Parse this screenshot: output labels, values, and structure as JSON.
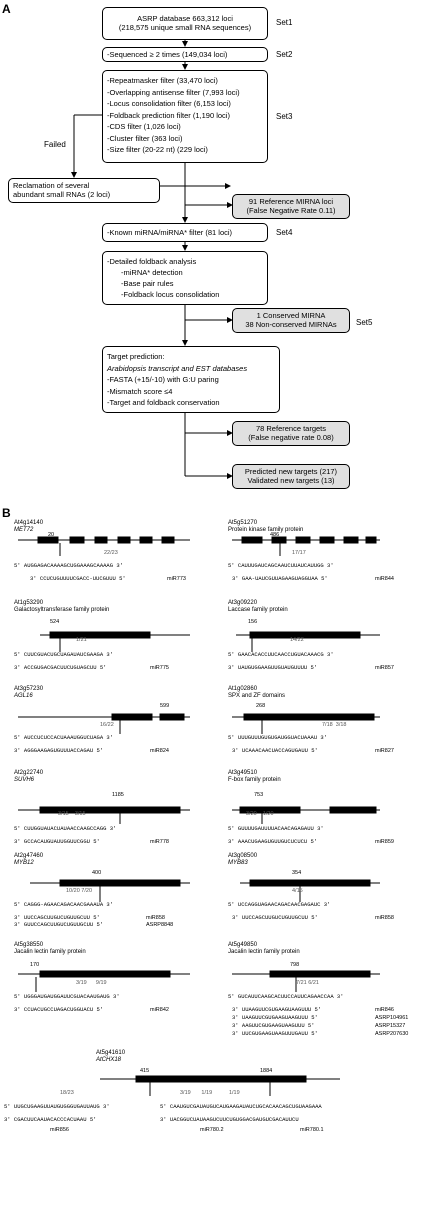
{
  "panel_a": {
    "label": "A",
    "box1": {
      "line1": "ASRP database 663,312 loci",
      "line2": "(218,575 unique small RNA sequences)",
      "set": "Set1"
    },
    "box2": {
      "text": "-Sequenced ≥ 2 times (149,034 loci)",
      "set": "Set2"
    },
    "box3": {
      "lines": [
        "-Repeatmasker filter (33,470 loci)",
        "-Overlapping antisense filter (7,993 loci)",
        "-Locus consolidation filter (6,153 loci)",
        "-Foldback prediction filter (1,190 loci)",
        "-CDS filter (1,026 loci)",
        "-Cluster filter (363 loci)",
        "-Size filter (20-22 nt) (229 loci)"
      ],
      "set": "Set3"
    },
    "failed": "Failed",
    "reclaim": {
      "line1": "Reclamation of several",
      "line2": "abundant small RNAs (2 loci)"
    },
    "ref_mirna": {
      "line1": "91 Reference MIRNA loci",
      "line2": "(False Negative Rate 0.11)"
    },
    "box4": {
      "text": "-Known miRNA/miRNA* filter (81 loci)",
      "set": "Set4"
    },
    "box5": {
      "lines": [
        "-Detailed foldback analysis",
        "-miRNA* detection",
        "-Base pair rules",
        "-Foldback locus consolidation"
      ]
    },
    "conserved": {
      "line1": "1 Conserved MIRNA",
      "line2": "38 Non-conserved MIRNAs",
      "set": "Set5"
    },
    "box6": {
      "lines": [
        "Target prediction:",
        "Arabidopsis transcript and EST databases",
        "-FASTA (+15/-10) with G:U paring",
        "-Mismatch score ≤4",
        "-Target and foldback conservation"
      ]
    },
    "ref_targets": {
      "line1": "78 Reference targets",
      "line2": "(False negative rate 0.08)"
    },
    "new_targets": {
      "line1": "Predicted new targets (217)",
      "line2": "Validated new targets (13)"
    }
  },
  "panel_b": {
    "label": "B",
    "genes": [
      {
        "id": "At4g14140",
        "name": "MET72",
        "pos": "20",
        "ratio": "22/23",
        "target": "AUGGAGACAAAAGCUGGAAAGCAAAAG",
        "mirna": "CCUCUGUUUUCGACC-UUCGUUU",
        "mir": "miR773"
      },
      {
        "id": "At5g51270",
        "name": "Protein kinase family protein",
        "pos": "486",
        "ratio": "17/17",
        "target": "CAUUUGAUCAGCAAUCUUAUCAUUGG",
        "mirna": "GAA-UAUCGUUAGAAGUAGGUAA",
        "mir": "miR844"
      },
      {
        "id": "At1g53290",
        "name": "Galactosyltransferase family protein",
        "pos": "524",
        "ratio": "1/21",
        "target": "CUUCGUACUGCUAGAUAUCGAAGA",
        "mirna": "ACCGUGACGACUUCUGUAGCUU",
        "mir": "miR775"
      },
      {
        "id": "At3g09220",
        "name": "Laccase family protein",
        "pos": "156",
        "ratio": "14/22",
        "target": "GAACACACCUUCAACCUGUACAAACG",
        "mirna": "UAUGUGGAAGUUGUAUGUUUU",
        "mir": "miR857"
      },
      {
        "id": "At3g57230",
        "name": "AGL16",
        "pos": "599",
        "ratio": "16/22",
        "target": "AUCCUCUCCACUAAAUGGUCUAGA",
        "mirna": "AGGGAAGAGUGUUUACCAGAU",
        "mir": "miR824"
      },
      {
        "id": "At1g02860",
        "name": "SPX and ZF domains",
        "pos": "268",
        "ratio": "7/18",
        "ratio2": "3/18",
        "target": "UUUGUUUGUGUGAUGGUACUAAAU",
        "mirna": "UCAAACAACUACCAGUGAUU",
        "mir": "miR827"
      },
      {
        "id": "At2g22740",
        "name": "SUVH6",
        "pos": "1185",
        "ratio": "3/15",
        "ratio2": "3/15",
        "target": "CUUGGUAUACUAUAACCAAGCCAGG",
        "mirna": "GCCACAUGUAUUGGUUCGGU",
        "mir": "miR778"
      },
      {
        "id": "At3g49510",
        "name": "F-box family protein",
        "pos": "753",
        "ratio": "3/20",
        "ratio2": "1/20",
        "target": "GUUUUGAUUUUACAACAGAGAUU",
        "mirna": "AAACUGAAGUGUUGUCUCUCU",
        "mir": "miR859"
      },
      {
        "id": "At2g47460",
        "name": "MYB12",
        "pos": "400",
        "ratio": "10/20",
        "ratio2": "7/20",
        "target": "CAGGG-AGAACAGACAACGAAAUA",
        "mirna": "UUCCAGCUUGUCUGUUGCUU",
        "mir": "miR858",
        "mir2": "ASRP8848",
        "mirna2": "GUUCCAGCUUGUCUGUUGCUU"
      },
      {
        "id": "At3g08500",
        "name": "MYB83",
        "pos": "354",
        "ratio": "4/15",
        "target": "UCCAGGUAGAACAGACAACGAGAUC",
        "mirna": "UUCCAGCUUGUCUGUUGCUU",
        "mir": "miR858"
      },
      {
        "id": "At5g38550",
        "name": "Jacalin lectin family protein",
        "pos": "170",
        "ratio": "3/19",
        "ratio2": "9/19",
        "target": "UGGGAUGAUGGAUUCGUACAAUGAUG",
        "mirna": "CCUACUGCCUAGACUGGUACU",
        "mir": "miR842"
      },
      {
        "id": "At5g49850",
        "name": "Jacalin lectin family protein",
        "pos": "798",
        "ratio": "7/21",
        "ratio2": "6/21",
        "target": "GUCAUUCAAGCACUUCCAUUCAGAACCAA",
        "mirna": "UUAAGUUCGUGAAGUAAGUUU",
        "mir": "miR846",
        "mirs": [
          "ASRP104961",
          "ASRP15327",
          "ASRP207630"
        ],
        "mirnas": [
          "UAAGUUCGUGAAGUAAGUUU",
          "AAGUUCGUGAAGUAAGUUU",
          "UUCGUGAAGUAAGUUUGAUU"
        ]
      },
      {
        "id": "At5g41610",
        "name": "AtCHX18",
        "pos": "415",
        "pos2": "1884",
        "ratio": "18/23",
        "ratio2": "3/19",
        "ratio3": "1/19",
        "ratio4": "1/19",
        "target": "UUGCUGAAGUUAUGUGGGUGAUUAUG",
        "mirna": "CGACUUCAAUACACCCACUAAU",
        "mir": "miR856",
        "target2": "CAAUGUCGAUAUGUCAUGAAGAUAUCUGCACAACAGCUGUAAGAAA",
        "mirna2": "UACGGUCUAUAAGUCUUCUGUGGACGAUGUCGACAUUCU",
        "mir2": "miR780.2",
        "mir3": "miR780.1"
      }
    ]
  }
}
